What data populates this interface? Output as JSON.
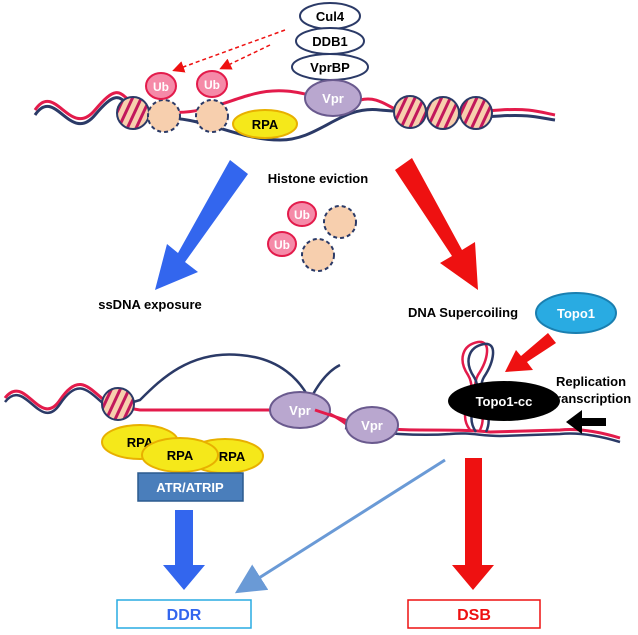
{
  "complex": {
    "cul4": "Cul4",
    "ddb1": "DDB1",
    "vprbp": "VprBP"
  },
  "proteins": {
    "ub": "Ub",
    "rpa": "RPA",
    "vpr": "Vpr",
    "topo1": "Topo1",
    "topo1_cc": "Topo1-cc",
    "atr_atrip": "ATR/ATRIP"
  },
  "labels": {
    "histone_eviction": "Histone eviction",
    "ssdna_exposure": "ssDNA exposure",
    "dna_supercoiling": "DNA Supercoiling",
    "replication": "Replication",
    "transcription": "Transcription"
  },
  "outcomes": {
    "ddr": "DDR",
    "dsb": "DSB"
  },
  "colors": {
    "blue_arrow": "#3366ee",
    "red_arrow": "#ee1111",
    "rpa_fill": "#f5e81a",
    "vpr_fill": "#b9a7cf",
    "ub_fill": "#f58aa8",
    "histone_fill": "#f7cfae",
    "topo1_fill": "#29abe2",
    "atr_fill": "#4a7ebb",
    "dna_red": "#e31b4b",
    "dna_navy": "#2b3a67"
  }
}
